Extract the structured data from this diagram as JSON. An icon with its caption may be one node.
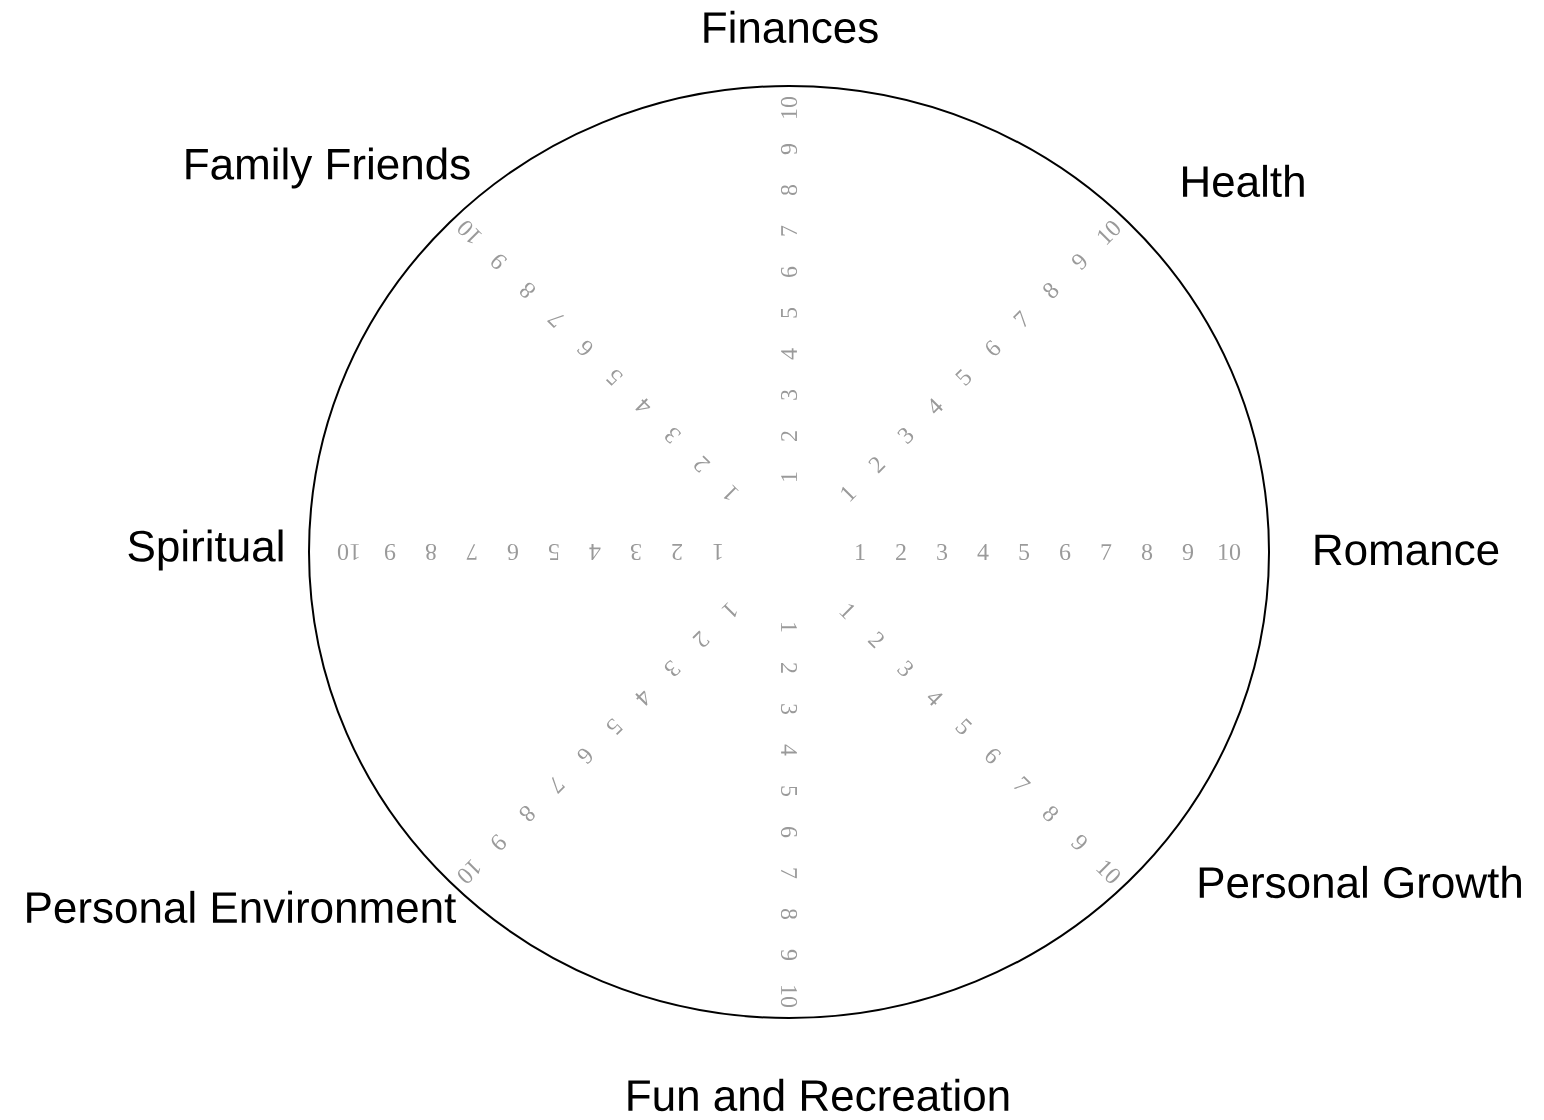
{
  "diagram": {
    "labels": [
      "Finances",
      "Health",
      "Romance",
      "Personal Growth",
      "Fun and Recreation",
      "Personal Environment",
      "Spiritual",
      "Family Friends",
      "1",
      "2",
      "3",
      "4",
      "5",
      "6",
      "7",
      "8",
      "9",
      "10",
      "1",
      "2",
      "3",
      "4",
      "5",
      "6",
      "7",
      "8",
      "9",
      "10",
      "1",
      "2",
      "3",
      "4",
      "5",
      "6",
      "7",
      "8",
      "9",
      "10",
      "1",
      "2",
      "3",
      "4",
      "5",
      "6",
      "7",
      "8",
      "9",
      "10",
      "1",
      "2",
      "3",
      "4",
      "5",
      "6",
      "7",
      "8",
      "9",
      "10",
      "1",
      "2",
      "3",
      "4",
      "5",
      "6",
      "7",
      "8",
      "9",
      "10",
      "1",
      "2",
      "3",
      "4",
      "5",
      "6",
      "7",
      "8",
      "9",
      "10",
      "1",
      "2",
      "3",
      "4",
      "5",
      "6",
      "7",
      "8",
      "9",
      "10"
    ]
  }
}
